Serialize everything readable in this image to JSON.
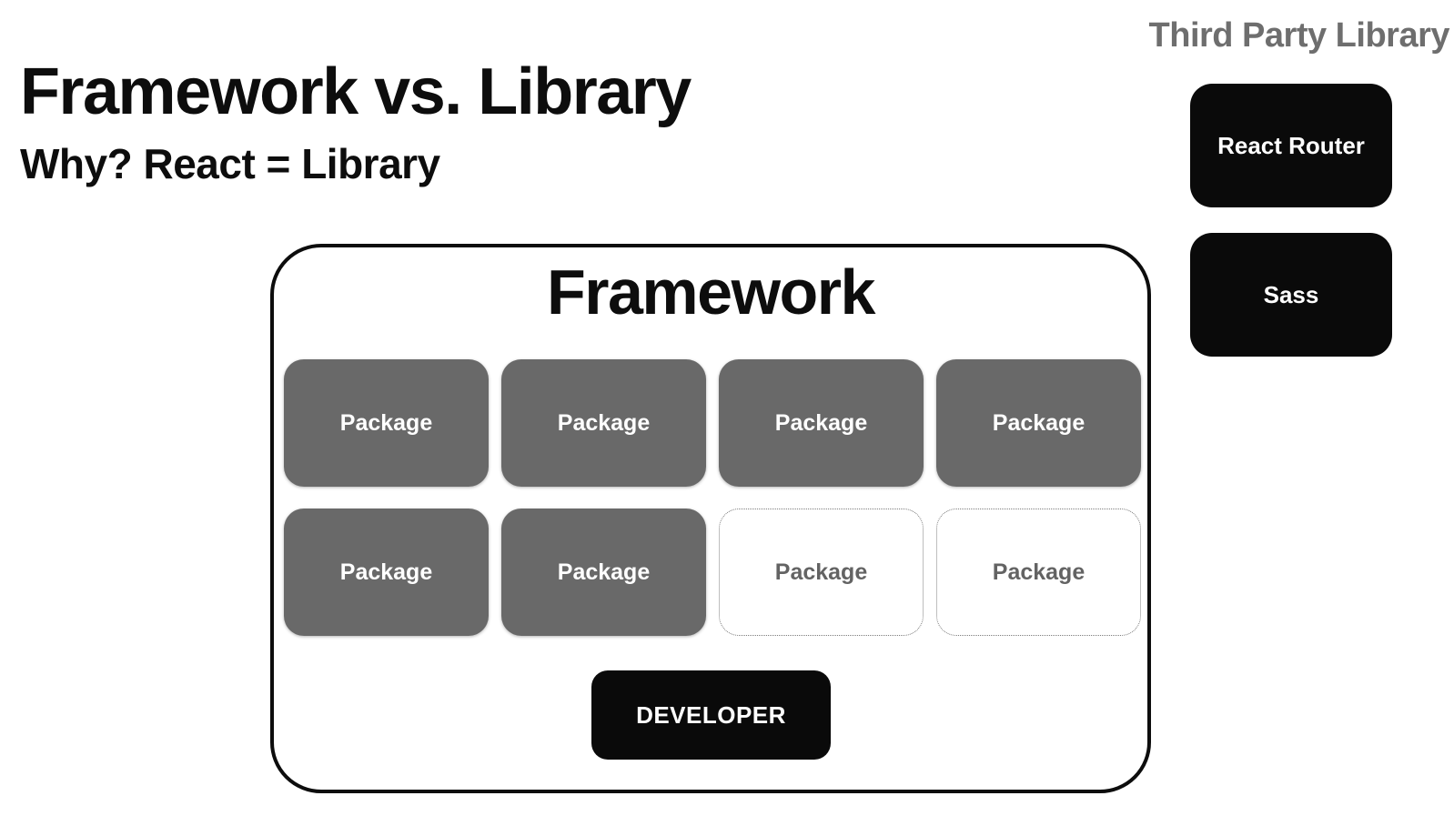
{
  "header": {
    "title": "Framework vs. Library",
    "subtitle": "Why? React = Library"
  },
  "third_party": {
    "heading": "Third Party Library",
    "items": [
      {
        "label": "React Router"
      },
      {
        "label": "Sass"
      }
    ]
  },
  "framework": {
    "heading": "Framework",
    "packages": [
      {
        "label": "Package",
        "variant": "filled"
      },
      {
        "label": "Package",
        "variant": "filled"
      },
      {
        "label": "Package",
        "variant": "filled"
      },
      {
        "label": "Package",
        "variant": "filled"
      },
      {
        "label": "Package",
        "variant": "filled"
      },
      {
        "label": "Package",
        "variant": "filled"
      },
      {
        "label": "Package",
        "variant": "dotted"
      },
      {
        "label": "Package",
        "variant": "dotted"
      }
    ],
    "developer_label": "DEVELOPER"
  },
  "colors": {
    "package_fill": "#696969",
    "black_box": "#0a0a0a",
    "muted_heading": "#6e6e6e",
    "text": "#0d0d0d",
    "background": "#ffffff"
  }
}
